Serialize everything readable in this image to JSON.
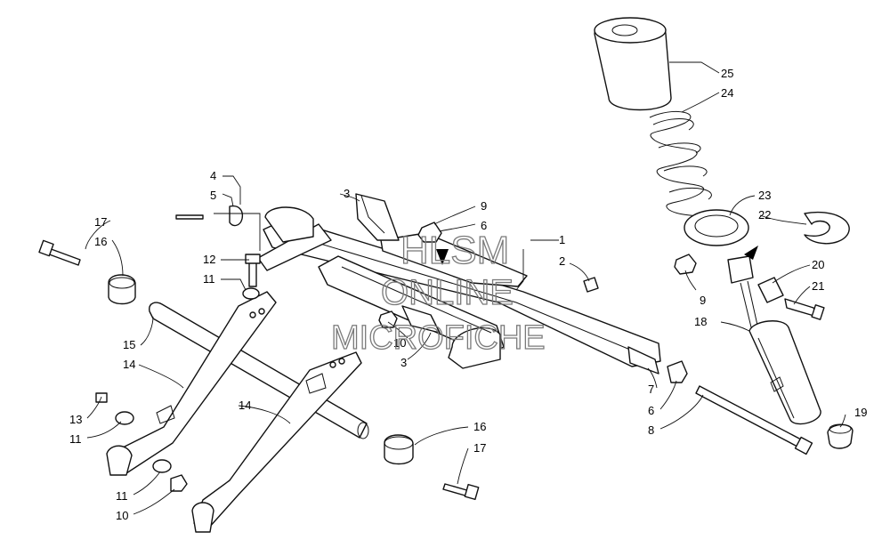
{
  "watermark": {
    "line1": "HLSM",
    "line2": "ONLINE",
    "line3": "MICROFICHE"
  },
  "callouts": [
    {
      "id": "c25",
      "text": "25"
    },
    {
      "id": "c24",
      "text": "24"
    },
    {
      "id": "c23",
      "text": "23"
    },
    {
      "id": "c22",
      "text": "22"
    },
    {
      "id": "c20",
      "text": "20"
    },
    {
      "id": "c21",
      "text": "21"
    },
    {
      "id": "c9b",
      "text": "9"
    },
    {
      "id": "c18",
      "text": "18"
    },
    {
      "id": "c19",
      "text": "19"
    },
    {
      "id": "c1",
      "text": "1"
    },
    {
      "id": "c2",
      "text": "2"
    },
    {
      "id": "c9a",
      "text": "9"
    },
    {
      "id": "c6a",
      "text": "6"
    },
    {
      "id": "c3a",
      "text": "3"
    },
    {
      "id": "c4",
      "text": "4"
    },
    {
      "id": "c5",
      "text": "5"
    },
    {
      "id": "c12",
      "text": "12"
    },
    {
      "id": "c11a",
      "text": "11"
    },
    {
      "id": "c17a",
      "text": "17"
    },
    {
      "id": "c16a",
      "text": "16"
    },
    {
      "id": "c10a",
      "text": "10"
    },
    {
      "id": "c3b",
      "text": "3"
    },
    {
      "id": "c15",
      "text": "15"
    },
    {
      "id": "c14a",
      "text": "14"
    },
    {
      "id": "c7",
      "text": "7"
    },
    {
      "id": "c6b",
      "text": "6"
    },
    {
      "id": "c8",
      "text": "8"
    },
    {
      "id": "c14b",
      "text": "14"
    },
    {
      "id": "c13",
      "text": "13"
    },
    {
      "id": "c11b",
      "text": "11"
    },
    {
      "id": "c16b",
      "text": "16"
    },
    {
      "id": "c17b",
      "text": "17"
    },
    {
      "id": "c11c",
      "text": "11"
    },
    {
      "id": "c10b",
      "text": "10"
    }
  ]
}
